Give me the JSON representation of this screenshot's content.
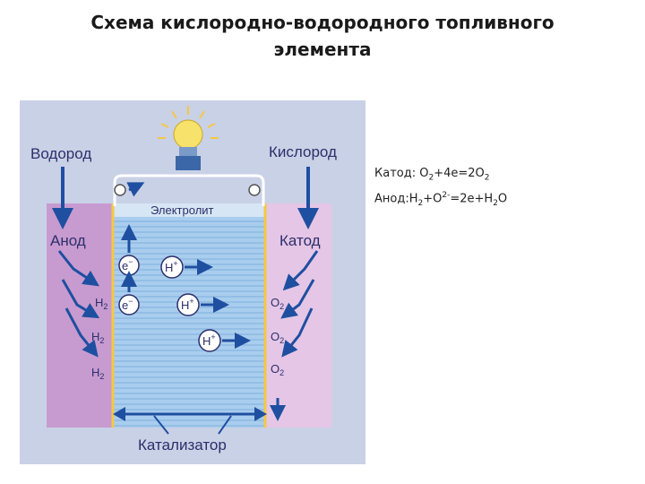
{
  "title": {
    "line1": "Схема кислородно-водородного топливного",
    "line2": "элемента"
  },
  "diagram": {
    "hydrogen_label": "Водород",
    "oxygen_label": "Кислород",
    "anode_label": "Анод",
    "cathode_label": "Катод",
    "electrolyte_label": "Электролит",
    "catalyst_label": "Катализатор",
    "h2_label": "H",
    "h2_sub": "2",
    "o2_label": "O",
    "o2_sub": "2",
    "electron_label": "e",
    "electron_sup": "−",
    "proton_label": "H",
    "proton_sup": "+"
  },
  "equations": {
    "cathode": {
      "prefix": "Катод: O",
      "s1": "2",
      "mid": "+4e=2O",
      "s2": "2"
    },
    "anode": {
      "prefix": "Анод:H",
      "s1": "2",
      "mid": "+O",
      "sup": "2-",
      "mid2": "=2e+H",
      "s2": "2",
      "suffix": "O"
    }
  },
  "colors": {
    "background": "#c9d1e6",
    "anode_chamber": "#c79bd0",
    "cathode_chamber": "#e5c6e6",
    "electrolyte": "#9cc3e6",
    "arrow": "#1f4fa0",
    "catalyst_edge": "#f5c842",
    "bulb": "#f7e26b"
  }
}
